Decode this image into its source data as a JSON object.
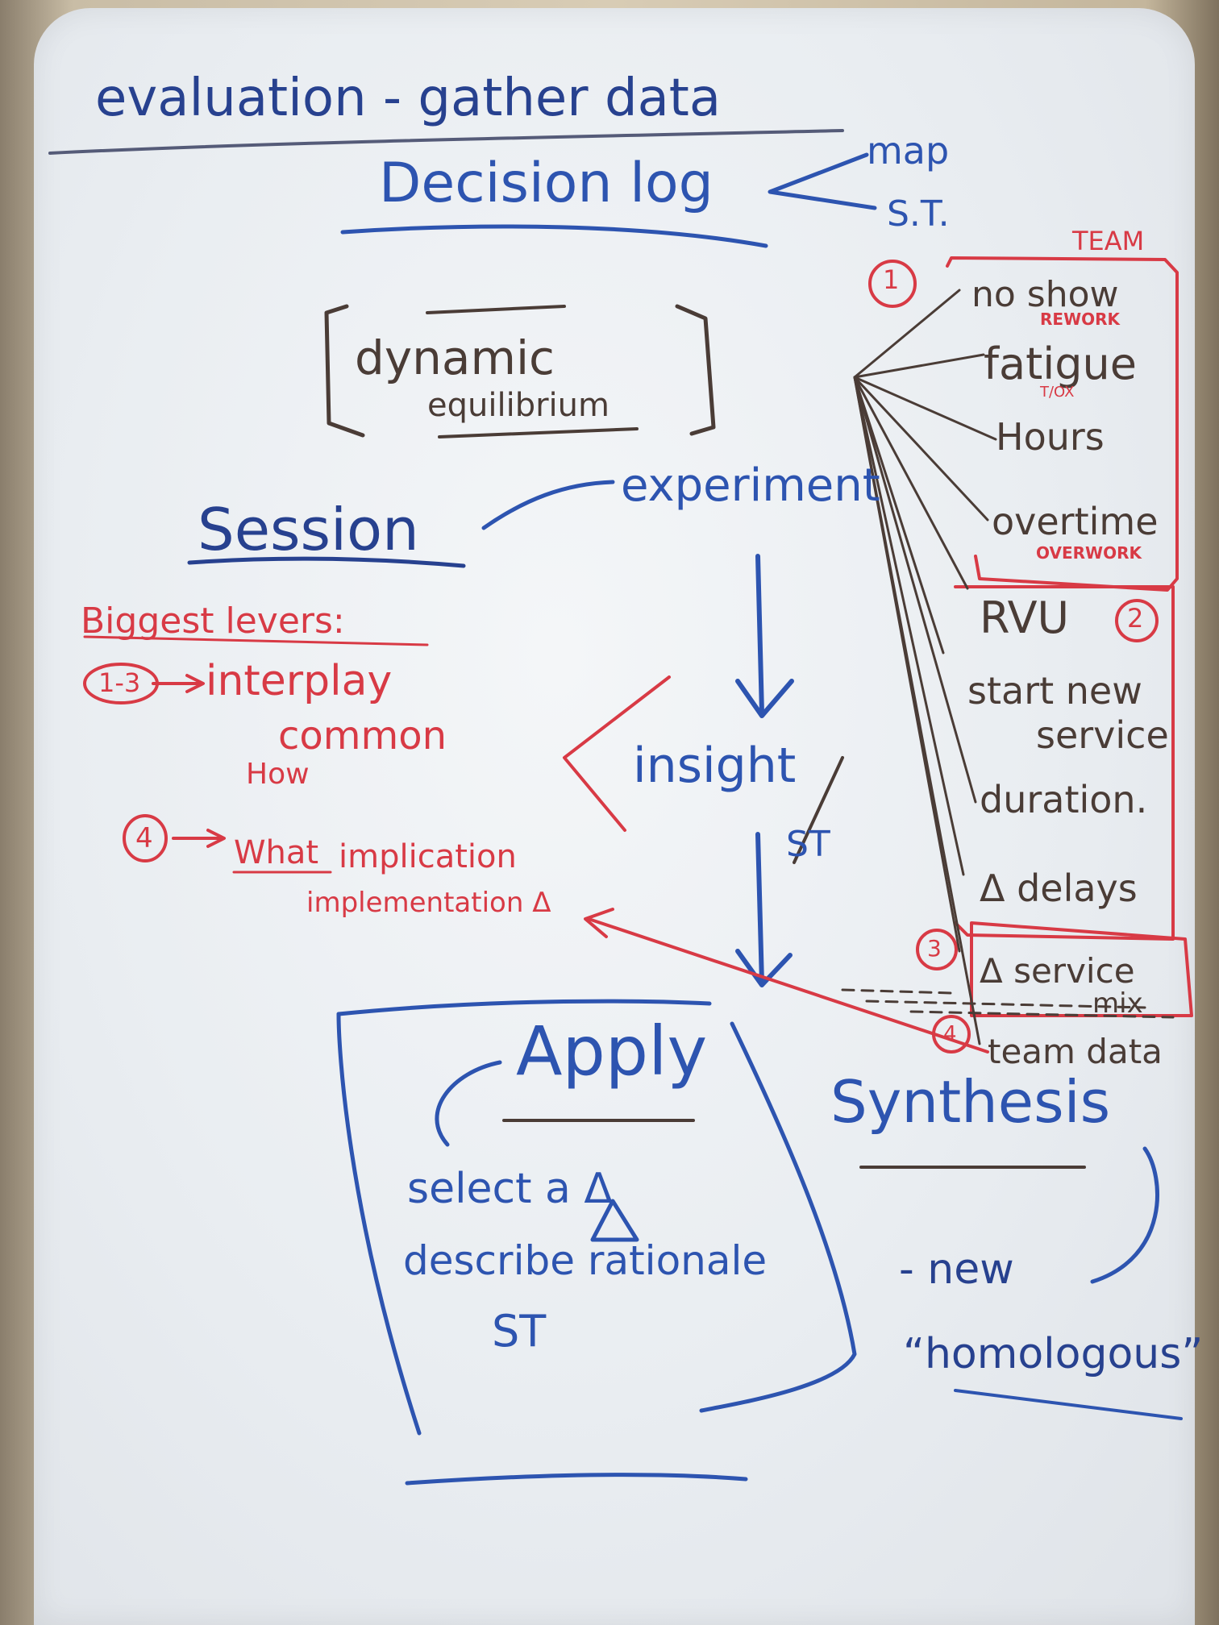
{
  "header": {
    "evaluation": "evaluation - gather data",
    "decision_log": "Decision log",
    "map": "map",
    "st": "S.T."
  },
  "center": {
    "dynamic": "dynamic",
    "equilibrium": "equilibrium",
    "experiment": "experiment",
    "session": "Session",
    "insight": "insight",
    "insight_st": "ST"
  },
  "levers": {
    "title": "Biggest levers:",
    "range": "1-3",
    "interplay": "interplay",
    "common": "common",
    "how": "How",
    "four": "4",
    "what": "What",
    "implication": "implication",
    "implementation": "implementation Δ"
  },
  "team_group": {
    "label": "TEAM",
    "num": "1",
    "no_show": "no show",
    "rework": "REWORK",
    "fatigue": "fatigue",
    "tox": "T/OX",
    "hours": "Hours",
    "overtime": "overtime",
    "overwork": "OVERWORK"
  },
  "rvu_group": {
    "rvu": "RVU",
    "num": "2",
    "start_new": "start new",
    "service": "service",
    "duration": "duration.",
    "delays": "Δ delays"
  },
  "service_group": {
    "num": "3",
    "service_mix_1": "Δ service",
    "service_mix_2": "mix",
    "num4": "4",
    "team_data": "team data"
  },
  "apply": {
    "title": "Apply",
    "line1": "select a Δ",
    "line2": "describe rationale",
    "line3": "ST"
  },
  "synthesis": {
    "title": "Synthesis",
    "new": "- new",
    "homologous": "“homologous”"
  }
}
